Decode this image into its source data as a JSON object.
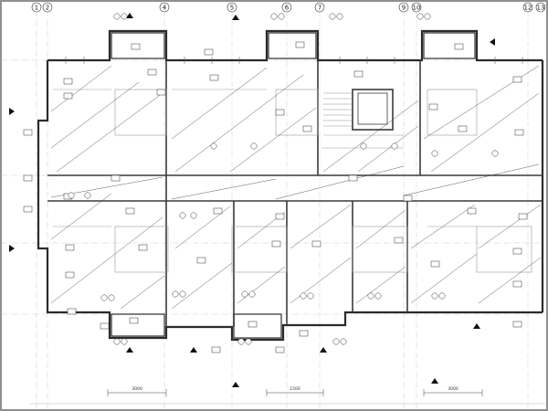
{
  "drawing": {
    "type": "structural reinforcement floor plan",
    "colors": {
      "background": "#ffffff",
      "line": "#2b2b2b",
      "wall": "#3a3a3a",
      "frame": "#8f8f8f"
    },
    "grid_labels_top": [
      "1",
      "2",
      "4",
      "5",
      "6",
      "7",
      "9",
      "10",
      "12",
      "13"
    ],
    "dimension_labels": [
      "3000",
      "1500",
      "3000"
    ],
    "icon_names": [
      "grid-bubble-icon",
      "section-arrow-icon",
      "bar-mark-tag-icon"
    ]
  }
}
